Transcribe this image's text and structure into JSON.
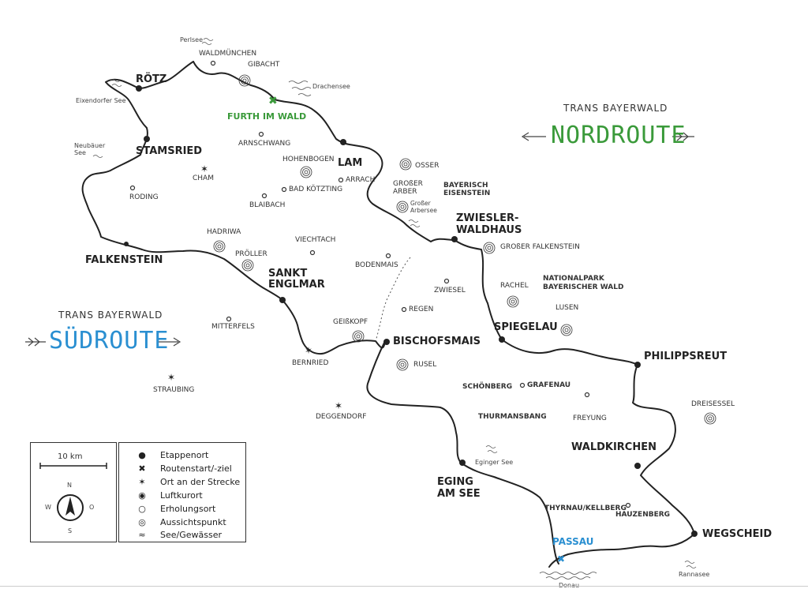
{
  "map": {
    "stage_towns": {
      "roetz": "RÖTZ",
      "stamsried": "STAMSRIED",
      "falkenstein": "FALKENSTEIN",
      "lam": "LAM",
      "sankt_englmar": "SANKT\nENGLMAR",
      "zwiesler_waldhaus": "ZWIESLER-\nWALDHAUS",
      "bischofsmais": "BISCHOFSMAIS",
      "spiegelau": "SPIEGELAU",
      "philippsreut": "PHILIPPSREUT",
      "waldkirchen": "WALDKIRCHEN",
      "eging": "EGING\nAM SEE",
      "wegscheid": "WEGSCHEID"
    },
    "start_end": {
      "furth": "FURTH IM WALD",
      "passau": "PASSAU"
    },
    "towns": {
      "waldmuenchen": "WALDMÜNCHEN",
      "arnschwang": "ARNSCHWANG",
      "cham": "CHAM",
      "roding": "RODING",
      "bad_koetzting": "BAD KÖTZTING",
      "arrach": "ARRACH",
      "blaibach": "BLAIBACH",
      "viechtach": "VIECHTACH",
      "bodenmais": "BODENMAIS",
      "zwiesel": "ZWIESEL",
      "regen": "REGEN",
      "mitterfels": "MITTERFELS",
      "bernried": "BERNRIED",
      "straubing": "STRAUBING",
      "deggendorf": "DEGGENDORF",
      "schoenberg": "SCHÖNBERG",
      "grafenau": "GRAFENAU",
      "thurmansbang": "THURMANSBANG",
      "freyung": "FREYUNG",
      "thyrnau": "THYRNAU/KELLBERG",
      "hauzenberg": "HAUZENBERG",
      "bayerisch_eisenstein": "BAYERISCH\nEISENSTEIN",
      "nationalpark": "NATIONALPARK\nBAYERISCHER WALD"
    },
    "peaks": {
      "gibacht": "GIBACHT",
      "hohenbogen": "HOHENBOGEN",
      "osser": "OSSER",
      "grosser_arber": "GROßER\nARBER",
      "hadriwa": "HADRIWA",
      "proller": "PRÖLLER",
      "grosser_falkenstein": "GROßER FALKENSTEIN",
      "rachel": "RACHEL",
      "lusen": "LUSEN",
      "geisskopf": "GEIßKOPF",
      "rusel": "RUSEL",
      "dreisessel": "DREISESSEL"
    },
    "lakes": {
      "perlsee": "Perlsee",
      "drachensee": "Drachensee",
      "eixendorfer": "Eixendorfer See",
      "neubaeuer": "Neubäuer\nSee",
      "arbersee": "Großer\nArbersee",
      "eginger": "Eginger See",
      "rannasee": "Rannasee",
      "donau": "Donau"
    }
  },
  "north": {
    "title": "TRANS BAYERWALD",
    "name": "NORDROUTE",
    "color": "#3a9a3a"
  },
  "south": {
    "title": "TRANS BAYERWALD",
    "name": "SÜDROUTE",
    "color": "#2a8fd1"
  },
  "scale": {
    "label": "10 km"
  },
  "compass": {
    "n": "N",
    "s": "S",
    "w": "W",
    "o": "O"
  },
  "legend": {
    "items": [
      {
        "icon": "etappenort-dot-icon",
        "label": "Etappenort"
      },
      {
        "icon": "route-start-cross-icon",
        "label": "Routenstart/-ziel"
      },
      {
        "icon": "ort-star-icon",
        "label": "Ort an der Strecke"
      },
      {
        "icon": "luftkurort-icon",
        "label": "Luftkurort"
      },
      {
        "icon": "erholungsort-icon",
        "label": "Erholungsort"
      },
      {
        "icon": "aussichtspunkt-icon",
        "label": "Aussichtspunkt"
      },
      {
        "icon": "see-icon",
        "label": "See/Gewässer"
      }
    ]
  }
}
